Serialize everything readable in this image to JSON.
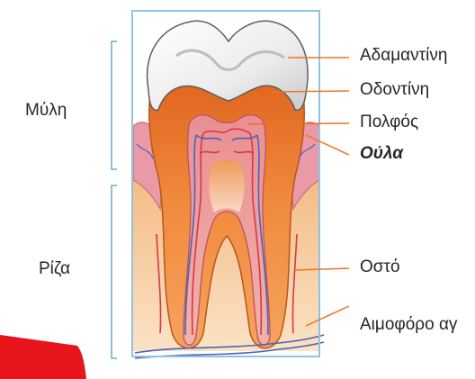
{
  "regions": {
    "crown": "Μύλη",
    "root": "Ρίζα"
  },
  "parts": {
    "enamel": "Αδαμαντίνη",
    "dentin": "Οδοντίνη",
    "pulp": "Πολφός",
    "gum": "Ούλα",
    "bone": "Οστό",
    "blood_vessel": "Αιμοφόρο αγ"
  },
  "colors": {
    "frame": "#8fc3e6",
    "bracket": "#6aaed9",
    "leader": "#e87722",
    "enamel": "#f4f4f4",
    "dentin": "#f08a3c",
    "pulp": "#e98f93",
    "gum": "#e99aa6",
    "bone": "#f7c89a",
    "vessel_red": "#d8364a",
    "vessel_blue": "#4a64b8",
    "corner_banner": "#e8141c"
  }
}
